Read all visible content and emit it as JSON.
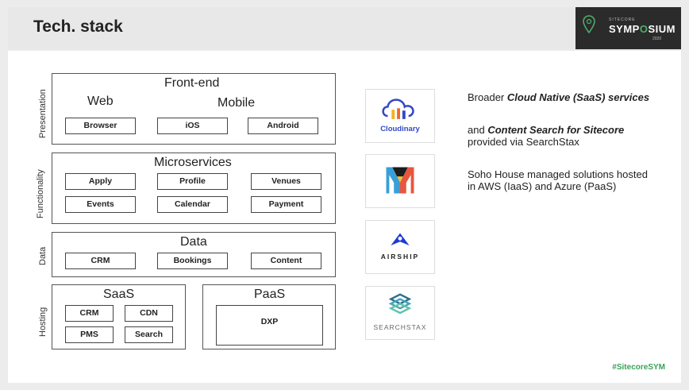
{
  "header": {
    "title": "Tech. stack"
  },
  "logo": {
    "small": "SITECORE",
    "name_a": "SYMP",
    "name_b": "O",
    "name_c": "SIUM",
    "year": "2020"
  },
  "layers": {
    "presentation": {
      "label": "Presentation",
      "title": "Front-end",
      "web": "Web",
      "mobile": "Mobile",
      "chips": [
        "Browser",
        "iOS",
        "Android"
      ]
    },
    "functionality": {
      "label": "Functionality",
      "title": "Microservices",
      "chips": [
        "Apply",
        "Profile",
        "Venues",
        "Events",
        "Calendar",
        "Payment"
      ]
    },
    "data": {
      "label": "Data",
      "title": "Data",
      "chips": [
        "CRM",
        "Bookings",
        "Content"
      ]
    },
    "hosting": {
      "label": "Hosting",
      "saas": {
        "title": "SaaS",
        "chips": [
          "CRM",
          "CDN",
          "PMS",
          "Search"
        ]
      },
      "paas": {
        "title": "PaaS",
        "chips": [
          "DXP"
        ]
      }
    }
  },
  "vendors": {
    "cloudinary": "Cloudinary",
    "airship": "AIRSHIP",
    "searchstax": "SEARCHSTAX"
  },
  "notes": {
    "p1_a": "Broader ",
    "p1_b": "Cloud Native (SaaS) services",
    "p2_a": "and ",
    "p2_b": "Content Search for Sitecore",
    "p2_c": " provided via SearchStax",
    "p3": "Soho House managed solutions hosted in AWS (IaaS) and Azure (PaaS)"
  },
  "hashtag": "#SitecoreSYM",
  "colors": {
    "accent": "#3aa25a",
    "logo_bg": "#2b2b2b"
  }
}
